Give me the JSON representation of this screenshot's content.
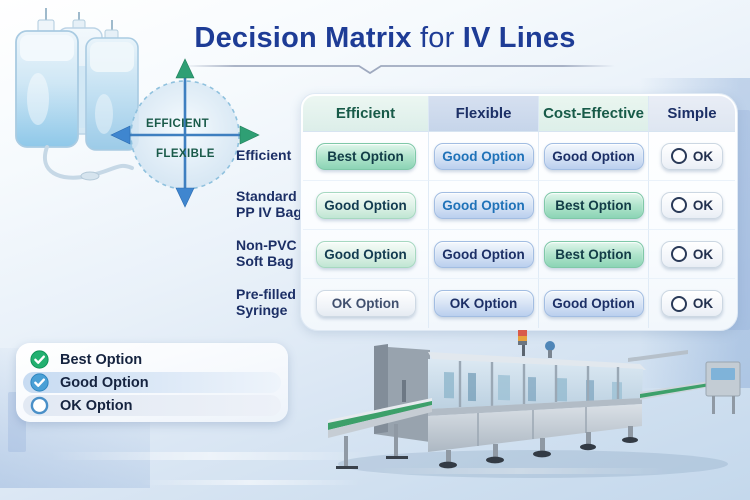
{
  "title": {
    "part1": "Decision Matrix",
    "part2": "for",
    "part3": "IV Lines"
  },
  "compass": {
    "label_top": "EFFICIENT",
    "label_bottom": "FLEXIBLE"
  },
  "matrix": {
    "columns": [
      {
        "label": "Efficient"
      },
      {
        "label": "Flexible"
      },
      {
        "label": "Cost-Effective"
      },
      {
        "label": "Simple"
      }
    ],
    "rows": [
      {
        "label": "Efficient",
        "cells": [
          {
            "text": "Best Option",
            "variant": "best"
          },
          {
            "text": "Good Option",
            "variant": "good-blue"
          },
          {
            "text": "Good Option",
            "variant": "good-blue"
          },
          {
            "text": "OK",
            "variant": "ok-circle"
          }
        ]
      },
      {
        "label": "Standard\nPP IV Bag",
        "cells": [
          {
            "text": "Good Option",
            "variant": "good-green"
          },
          {
            "text": "Good Option",
            "variant": "good-blue"
          },
          {
            "text": "Best Option",
            "variant": "best"
          },
          {
            "text": "OK",
            "variant": "ok-circle"
          }
        ]
      },
      {
        "label": "Non-PVC\nSoft Bag",
        "cells": [
          {
            "text": "Good Option",
            "variant": "good-green"
          },
          {
            "text": "Good Option",
            "variant": "good-blue"
          },
          {
            "text": "Best Option",
            "variant": "best"
          },
          {
            "text": "OK",
            "variant": "ok-circle"
          }
        ]
      },
      {
        "label": "Pre-filled\nSyringe",
        "cells": [
          {
            "text": "OK Option",
            "variant": "ok-white"
          },
          {
            "text": "OK Option",
            "variant": "ok-blue"
          },
          {
            "text": "Good Option",
            "variant": "good-blue"
          },
          {
            "text": "OK",
            "variant": "ok-circle"
          }
        ]
      }
    ]
  },
  "legend": {
    "items": [
      {
        "label": "Best Option",
        "icon": "check-circle-green"
      },
      {
        "label": "Good Option",
        "icon": "check-circle-blue"
      },
      {
        "label": "OK Option",
        "icon": "circle-outline-blue"
      }
    ]
  },
  "colors": {
    "title_blue": "#1e3c96",
    "header_green": "#175a48",
    "header_navy": "#1c2f66",
    "best_green": "#8cd4b5",
    "good_blue": "#bacfee",
    "good_blue_text": "#1f72b8",
    "legend_green": "#22b070",
    "legend_blue": "#4aa0d6"
  }
}
